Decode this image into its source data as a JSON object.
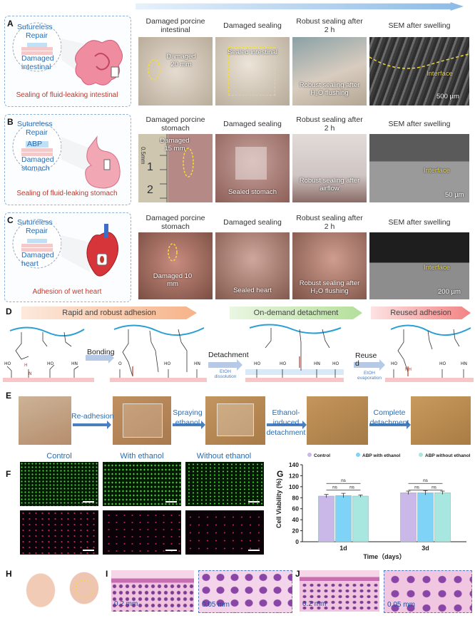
{
  "panel_a": {
    "label": "A",
    "schematic": {
      "top": "Sutureless",
      "repair": "Repair",
      "bottom1": "Damaged",
      "bottom2": "intestinal",
      "caption": "Sealing of fluid-leaking intestinal"
    },
    "titles": [
      "Damaged porcine intestinal",
      "Damaged sealing",
      "Robust sealing after 2 h",
      "SEM after swelling"
    ],
    "photo_text": {
      "damaged": "Damaged 20 mm",
      "sealed": "Sealed intestinal",
      "robust": "Robust sealing after H₂O flushing",
      "interface": "Interface",
      "scale": "500 µm"
    }
  },
  "panel_b": {
    "label": "B",
    "schematic": {
      "top": "Sutureless",
      "repair": "Repair",
      "abp": "ABP",
      "bottom1": "Damaged",
      "bottom2": "stomach",
      "caption": "Sealing of fluid-leaking stomach"
    },
    "titles": [
      "Damaged porcine stomach",
      "Damaged sealing",
      "Robust sealing after 2 h",
      "SEM after swelling"
    ],
    "photo_text": {
      "damaged": "Damaged 15 mm",
      "sealed": "Sealed stomach",
      "robust": "Robust sealing after airflow",
      "interface": "Interface",
      "scale": "50 µm",
      "ruler_unit": "0.5mm",
      "ruler_1": "1",
      "ruler_2": "2"
    }
  },
  "panel_c": {
    "label": "C",
    "schematic": {
      "top": "Sutureless",
      "repair": "Repair",
      "bottom1": "Damaged",
      "bottom2": "heart",
      "caption": "Adhesion of wet heart"
    },
    "titles": [
      "Damaged porcine stomach",
      "Damaged sealing",
      "Robust sealing after 2 h",
      "SEM after swelling"
    ],
    "photo_text": {
      "damaged": "Damaged 10 mm",
      "sealed": "Sealed heart",
      "robust": "Robust sealing after H₂O flushing",
      "interface": "Interface",
      "scale": "200 µm"
    }
  },
  "panel_d": {
    "label": "D",
    "phases": [
      "Rapid and robust adhesion",
      "On-demand detachment",
      "Reused adhesion"
    ],
    "steps": [
      "Bonding",
      "Detachment",
      "Reuse d"
    ],
    "conditions": [
      "EtOH dissolution",
      "EtOH evaporation"
    ]
  },
  "panel_e": {
    "label": "E",
    "steps": [
      "Re-adhesion",
      "Spraying ethanol",
      "Ethanol-induced detachment",
      "Complete detachment"
    ]
  },
  "panel_f": {
    "label": "F",
    "columns": [
      "Control",
      "With ethanol",
      "Without ethanol"
    ]
  },
  "panel_g": {
    "label": "G"
  },
  "panel_h": {
    "label": "H"
  },
  "panel_i": {
    "label": "I",
    "scale_left": "0.2 mm",
    "scale_right": "0.05 mm"
  },
  "panel_j": {
    "label": "J",
    "scale_left": "0.2 mm",
    "scale_right": "0.05 mm"
  },
  "colors": {
    "accent_blue": "#4a7fc1",
    "red_caption": "#c0392b",
    "control": "#c9b8e8",
    "with_ethanol": "#7fd3f7",
    "without_ethanol": "#a8e6e0"
  },
  "chart_data": {
    "type": "bar",
    "categories": [
      "1d",
      "3d"
    ],
    "series": [
      {
        "name": "Control",
        "values": [
          83,
          89
        ],
        "errors": [
          3,
          3
        ]
      },
      {
        "name": "ABP with ethanol",
        "values": [
          84,
          89
        ],
        "errors": [
          4,
          4
        ]
      },
      {
        "name": "ABP without ethanol",
        "values": [
          83,
          89
        ],
        "errors": [
          2,
          3
        ]
      }
    ],
    "significance": "ns",
    "xlabel": "Time（days）",
    "ylabel": "Cell Viability (%)",
    "ylim": [
      0,
      140
    ],
    "yticks": [
      0,
      20,
      40,
      60,
      80,
      100,
      120,
      140
    ],
    "legend_position": "top",
    "grid": false
  }
}
